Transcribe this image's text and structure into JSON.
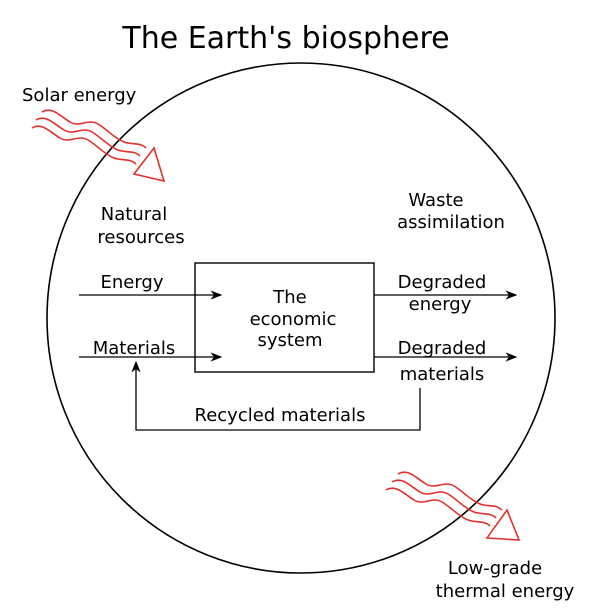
{
  "title": "The Earth's biosphere",
  "labels": {
    "solar_energy": "Solar energy",
    "natural_resources": [
      "Natural",
      "resources"
    ],
    "waste_assimilation": [
      "Waste",
      "assimilation"
    ],
    "energy": "Energy",
    "materials": "Materials",
    "economic_system": [
      "The",
      "economic",
      "system"
    ],
    "degraded_energy": [
      "Degraded",
      "energy"
    ],
    "degraded_materials": [
      "Degraded",
      "materials"
    ],
    "recycled_materials": "Recycled materials",
    "low_grade_thermal": [
      "Low-grade",
      "thermal energy"
    ]
  },
  "colors": {
    "line": "#000000",
    "radiation": "#e0302a"
  },
  "icons": {
    "incoming": "wavy-radiation-arrow-icon",
    "outgoing": "wavy-radiation-arrow-icon"
  }
}
